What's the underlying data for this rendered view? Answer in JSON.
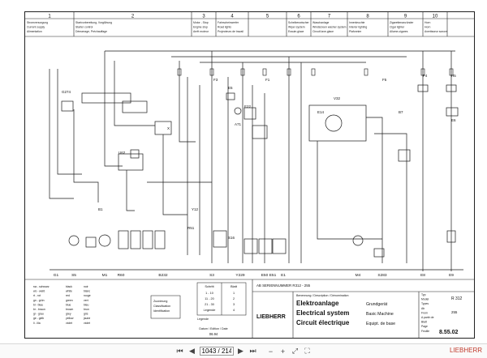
{
  "header": {
    "columns": [
      {
        "num": "1",
        "lines": [
          "Stromversorgung",
          "Current supply",
          "Alimentation"
        ]
      },
      {
        "num": "2",
        "lines": [
          "Startvorbereitung, Vorglühung",
          "Starter control",
          "Démarrage, Préchauffage"
        ]
      },
      {
        "num": "3",
        "lines": [
          "Motor - Stop",
          "Engine stop",
          "Arrêt moteur"
        ]
      },
      {
        "num": "4",
        "lines": [
          "Fahrscheinwerfer",
          "Road lights",
          "Projecteurs de travail"
        ]
      },
      {
        "num": "5",
        "lines": []
      },
      {
        "num": "6",
        "lines": [
          "Scheibenwischer",
          "Wiper system",
          "Essuie-glace"
        ]
      },
      {
        "num": "7",
        "lines": [
          "Waschanlage",
          "Windscreen washer system",
          "Circuit lave-glace"
        ]
      },
      {
        "num": "8",
        "lines": [
          "Innenleuchte",
          "Interior lighting",
          "Plafonnier"
        ]
      },
      {
        "num": "9",
        "lines": [
          "Zigarettenanzünder",
          "Cigar lighter",
          "Allume-cigares"
        ]
      },
      {
        "num": "10",
        "lines": [
          "Horn",
          "Horn",
          "Avertisseur sonore"
        ]
      }
    ]
  },
  "components": {
    "top_labels": [
      "G274",
      "U62",
      "X",
      "E22",
      "V32",
      "E14",
      "B7",
      "E5",
      "F4",
      "H5",
      "F3",
      "F1",
      "E6",
      "F5"
    ],
    "mid_labels": [
      "Y12",
      "R51",
      "B1",
      "A71",
      "S16"
    ],
    "bottom_labels": [
      "G1",
      "S5",
      "M1",
      "R60",
      "B232",
      "S3",
      "Y229",
      "E50",
      "E51",
      "E1",
      "M4",
      "S283",
      "E8",
      "E9"
    ]
  },
  "legend": {
    "colors": [
      [
        "sw - schwarz",
        "black",
        "noir"
      ],
      [
        "ws - weiß",
        "white",
        "blanc"
      ],
      [
        "rt - rot",
        "red",
        "rouge"
      ],
      [
        "gn - grün",
        "green",
        "vert"
      ],
      [
        "bl - blau",
        "blue",
        "bleu"
      ],
      [
        "br - braun",
        "brown",
        "brun"
      ],
      [
        "gr - grau",
        "grey",
        "gris"
      ],
      [
        "ge - gelb",
        "yellow",
        "jaune"
      ],
      [
        "li - lila",
        "violet",
        "violet"
      ]
    ],
    "symbol_lines": [
      "Zuordnung",
      "Classification",
      "Identification"
    ],
    "grid_headers": [
      "Schritt",
      "Blatt"
    ],
    "grid_rows": [
      [
        "1 - 10",
        "1"
      ],
      [
        "11 - 20",
        "2"
      ],
      [
        "21 - 30",
        "3"
      ],
      [
        "Legende",
        "4"
      ]
    ],
    "legende_label": "Legende",
    "serial_label": "AB SERIENNUMMER R312 - 255",
    "date_label": "Datum / Edition / Date",
    "date_value": "06.94"
  },
  "titleblock": {
    "brand": "LIEBHERR",
    "benennung": "Benennung / Description / Dénomination",
    "rows": [
      {
        "main": "Elektroanlage",
        "sub": "Grundgerät"
      },
      {
        "main": "Electrical system",
        "sub": "Basic Machine"
      },
      {
        "main": "Circuit électrique",
        "sub": "Equipt. de base"
      }
    ],
    "right_labels": [
      "Typ",
      "Model",
      "Types",
      "Ab",
      "From",
      "A partir de",
      "Blatt",
      "Page",
      "Feuille"
    ],
    "model": "R 312",
    "from": "255",
    "sheet": "8.55.02"
  },
  "viewer": {
    "page_value": "1043 / 2146",
    "brand_text": "LIEBHERR"
  }
}
